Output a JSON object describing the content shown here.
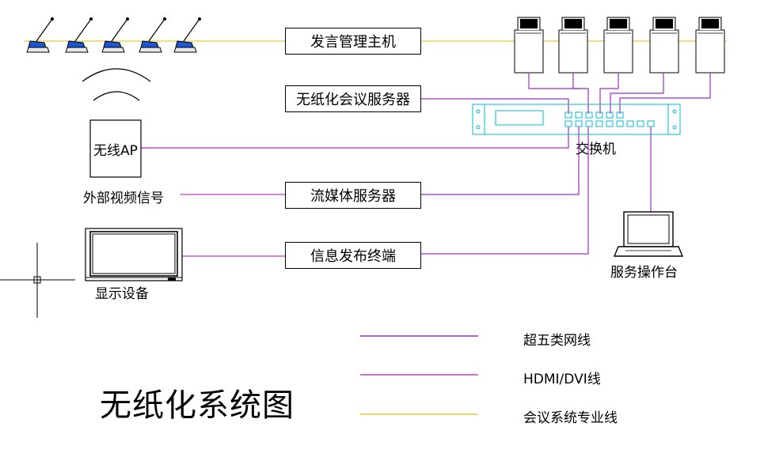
{
  "diagram": {
    "title": "无纸化系统图",
    "nodes": {
      "speech_host": "发言管理主机",
      "paperless_server": "无纸化会议服务器",
      "wireless_ap": "无线AP",
      "external_video": "外部视频信号",
      "streaming_server": "流媒体服务器",
      "info_terminal": "信息发布终端",
      "display_device": "显示设备",
      "switch": "交换机",
      "operator_console": "服务操作台"
    },
    "legend": [
      {
        "label": "超五类网线",
        "color": "#9b30c8"
      },
      {
        "label": "HDMI/DVI线",
        "color": "#c83cc8"
      },
      {
        "label": "会议系统专业线",
        "color": "#e6cc33"
      }
    ]
  },
  "colors": {
    "network_cable": "#9b30c8",
    "hdmi_cable": "#c83cc8",
    "conference_cable": "#e6cc33",
    "switch_outline": "#00bcd4",
    "microphone": "#1a56d6"
  }
}
